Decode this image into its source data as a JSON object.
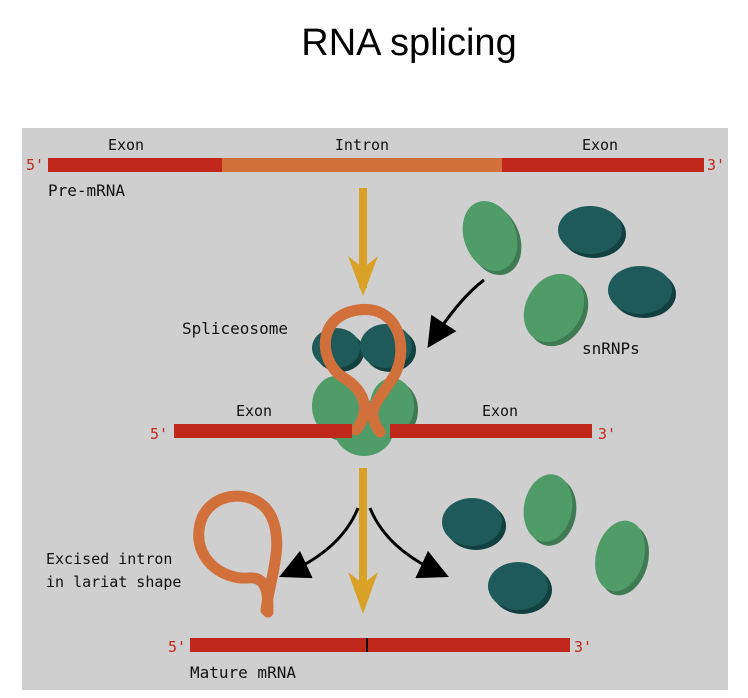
{
  "title": "RNA splicing",
  "labels": {
    "exon_left_top": "Exon",
    "intron_top": "Intron",
    "exon_right_top": "Exon",
    "five_prime_top": "5'",
    "three_prime_top": "3'",
    "pre_mrna": "Pre-mRNA",
    "spliceosome": "Spliceosome",
    "snrnps": "snRNPs",
    "exon_left_mid": "Exon",
    "exon_right_mid": "Exon",
    "five_prime_mid": "5'",
    "three_prime_mid": "3'",
    "excised_line1": "Excised intron",
    "excised_line2": "in lariat shape",
    "five_prime_bottom": "5'",
    "three_prime_bottom": "3'",
    "mature_mrna": "Mature mRNA"
  },
  "colors": {
    "panel_bg": "#cfcfcf",
    "exon": "#c0281c",
    "intron": "#d2703c",
    "arrow_gold": "#d9a226",
    "snrnp_dark": "#1f5a5a",
    "snrnp_light": "#4f9c68",
    "prime_text": "#c0281c"
  }
}
